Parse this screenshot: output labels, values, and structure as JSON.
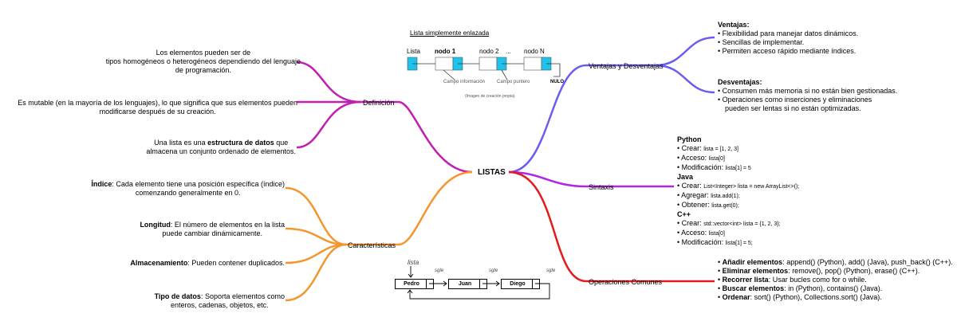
{
  "center": {
    "label": "LISTAS"
  },
  "colors": {
    "definicion": "#c21fb2",
    "caracteristicas": "#f5952e",
    "ventajas": "#6a5cf0",
    "sintaxis": "#b026e6",
    "operaciones": "#e31b1b"
  },
  "definicion": {
    "label": "Definición",
    "items": [
      {
        "lines": [
          "Los elementos pueden ser de",
          "tipos homogéneos o heterogéneos dependiendo del lenguaje",
          "de programación."
        ]
      },
      {
        "lines": [
          "Es mutable (en la mayoría de los lenguajes), lo que significa que sus elementos pueden",
          "modificarse después de su creación."
        ]
      },
      {
        "pre": "Una lista es una ",
        "bold": "estructura de datos",
        "post": " que",
        "line2": "almacena un conjunto ordenado de elementos."
      }
    ]
  },
  "caracteristicas": {
    "label": "Características",
    "items": [
      {
        "bold": "Índice",
        "post": ": Cada elemento tiene una posición específica (índice)",
        "line2": "comenzando generalmente en 0."
      },
      {
        "bold": "Longitud",
        "post": ": El número de elementos en la lista",
        "line2": "puede cambiar dinámicamente."
      },
      {
        "bold": "Almacenamiento",
        "post": ": Pueden contener duplicados."
      },
      {
        "bold": "Tipo de datos",
        "post": ": Soporta elementos como",
        "line2": "enteros, cadenas, objetos, etc."
      }
    ]
  },
  "ventajas": {
    "label": "Ventajas y Desventajas",
    "ventajas_title": "Ventajas:",
    "ventajas_items": [
      "Flexibilidad para manejar datos dinámicos.",
      "Sencillas de implementar.",
      "Permiten acceso rápido mediante índices."
    ],
    "desventajas_title": "Desventajas:",
    "desventajas_items": [
      "Consumen más memoria si no están bien gestionadas.",
      "Operaciones como inserciones y eliminaciones",
      "pueden ser lentas si no están optimizadas."
    ]
  },
  "sintaxis": {
    "label": "Sintaxis",
    "python_title": "Python",
    "python": [
      {
        "k": "Crear:",
        "v": "lista = [1, 2, 3]"
      },
      {
        "k": "Acceso:",
        "v": "lista[0]"
      },
      {
        "k": "Modificación:",
        "v": "lista[1] = 5"
      }
    ],
    "java_title": "Java",
    "java": [
      {
        "k": "Crear:",
        "v": "List<Integer> lista = new ArrayList<>();"
      },
      {
        "k": "Agregar:",
        "v": "lista.add(1);"
      },
      {
        "k": "Obtener:",
        "v": "lista.get(0);"
      }
    ],
    "cpp_title": "C++",
    "cpp": [
      {
        "k": "Crear:",
        "v": "std::vector<int> lista = {1, 2, 3};"
      },
      {
        "k": "Acceso:",
        "v": "lista[0]"
      },
      {
        "k": "Modificación:",
        "v": "lista[1] = 5;"
      }
    ]
  },
  "operaciones": {
    "label": "Operaciones Comunes",
    "items": [
      {
        "bold": "Añadir elementos",
        "text": ": append() (Python), add() (Java), push_back() (C++)."
      },
      {
        "bold": "Eliminar elementos",
        "text": ": remove(), pop() (Python), erase() (C++)."
      },
      {
        "bold": "Recorrer lista",
        "text": ": Usar bucles como for o while."
      },
      {
        "bold": "Buscar elementos",
        "text": ": in (Python), contains() (Java)."
      },
      {
        "bold": "Ordenar",
        "text": ": sort() (Python), Collections.sort() (Java)."
      }
    ]
  },
  "diagram1": {
    "title": "Lista simplemente enlazada",
    "lista": "Lista",
    "nodo1": "nodo 1",
    "nodo2": "nodo 2",
    "dots": "...",
    "nodoN": "nodo N",
    "campo_info": "Campo información",
    "campo_puntero": "Campo puntero",
    "nulo": "NULO",
    "caption": "(Imagen de creación propia)"
  },
  "diagram2": {
    "lista": "lista",
    "sgte": "sgte",
    "nodes": [
      "Pedro",
      "Juan",
      "Diego"
    ]
  }
}
